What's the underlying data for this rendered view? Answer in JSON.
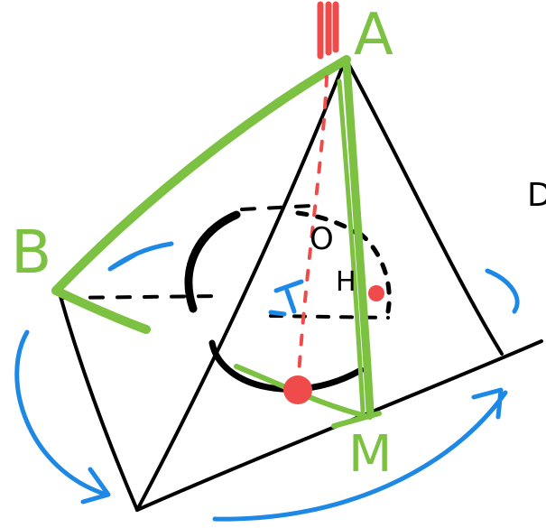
{
  "labels": {
    "A": "A",
    "B": "B",
    "M": "M",
    "O": "O",
    "H": "H",
    "edge_text": "D"
  },
  "colors": {
    "ink": "#000000",
    "green": "#7cc142",
    "red": "#f04b4b",
    "blue": "#1e88e5",
    "background": "#ffffff"
  }
}
